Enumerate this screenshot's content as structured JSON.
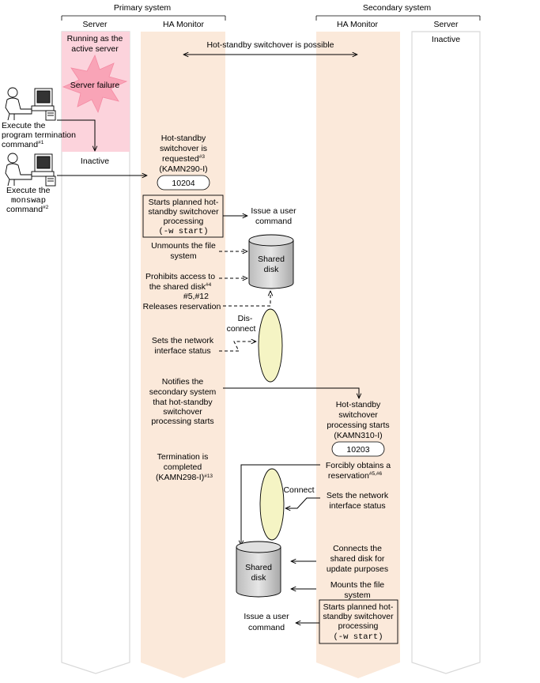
{
  "headers": {
    "primary_system": "Primary system",
    "secondary_system": "Secondary system",
    "primary_server": "Server",
    "primary_ha_monitor": "HA Monitor",
    "secondary_ha_monitor": "HA Monitor",
    "secondary_server": "Server"
  },
  "primary_server": {
    "running_line1": "Running as the",
    "running_line2": "active server",
    "failure": "Server failure",
    "inactive": "Inactive"
  },
  "secondary_server": {
    "inactive": "Inactive"
  },
  "operator1": {
    "line1": "Execute the",
    "line2": "program termination",
    "line3": "command",
    "note": "#1"
  },
  "operator2": {
    "line1": "Execute the",
    "cmd": "monswap",
    "line3": "command",
    "note": "#2"
  },
  "switchover_possible": "Hot-standby switchover is possible",
  "primary_steps": {
    "requested_l1": "Hot-standby",
    "requested_l2": "switchover is",
    "requested_l3": "requested",
    "requested_note": "#3",
    "requested_code": "(KAMN290-I)",
    "requested_num": "10204",
    "planned_l1": "Starts planned hot-",
    "planned_l2": "standby switchover",
    "planned_l3": "processing",
    "planned_opt": "(-w start)",
    "issue_l1": "Issue a user",
    "issue_l2": "command",
    "unmount_l1": "Unmounts the file",
    "unmount_l2": "system",
    "prohibit_l1": "Prohibits access to",
    "prohibit_l2": "the shared disk",
    "prohibit_note": "#4",
    "releases": "Releases reservation",
    "releases_note": "#5,#12",
    "disconnect_l1": "Dis-",
    "disconnect_l2": "connect",
    "net_l1": "Sets the network",
    "net_l2": "interface status",
    "notify_l1": "Notifies the",
    "notify_l2": "secondary system",
    "notify_l3": "that hot-standby",
    "notify_l4": "switchover",
    "notify_l5": "processing starts",
    "term_l1": "Termination is",
    "term_l2": "completed",
    "term_code": "(KAMN298-I)",
    "term_note": "#13"
  },
  "secondary_steps": {
    "starts_l1": "Hot-standby",
    "starts_l2": "switchover",
    "starts_l3": "processing starts",
    "starts_code": "(KAMN310-I)",
    "starts_num": "10203",
    "forcibly_l1": "Forcibly obtains a",
    "forcibly_l2": "reservation",
    "forcibly_note": "#5,#6",
    "connect": "Connect",
    "net_l1": "Sets the network",
    "net_l2": "interface status",
    "connects_l1": "Connects the",
    "connects_l2": "shared disk for",
    "connects_l3": "update purposes",
    "mounts_l1": "Mounts the file",
    "mounts_l2": "system",
    "planned_l1": "Starts planned hot-",
    "planned_l2": "standby switchover",
    "planned_l3": "processing",
    "planned_opt": "(-w start)",
    "issue_l1": "Issue a user",
    "issue_l2": "command"
  },
  "disk_top": {
    "l1": "Shared",
    "l2": "disk"
  },
  "disk_bottom": {
    "l1": "Shared",
    "l2": "disk"
  },
  "colors": {
    "lane_fill": "#fbe9da",
    "server_lane": "#e6e6e6",
    "running_fill": "#fcd3dc",
    "burst_fill": "#f9a4b7",
    "network_fill": "#f5f4c4",
    "disk_fill": "#c8c8c8"
  }
}
